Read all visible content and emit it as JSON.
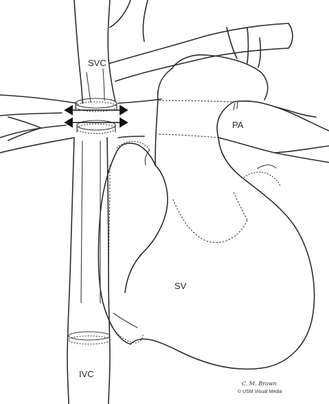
{
  "labels": {
    "svc": "SVC",
    "pa": "PA",
    "sv": "SV",
    "ivc": "IVC"
  },
  "credit": {
    "artist": "C. M. Brown",
    "copyright": "© USM Visual Media"
  }
}
